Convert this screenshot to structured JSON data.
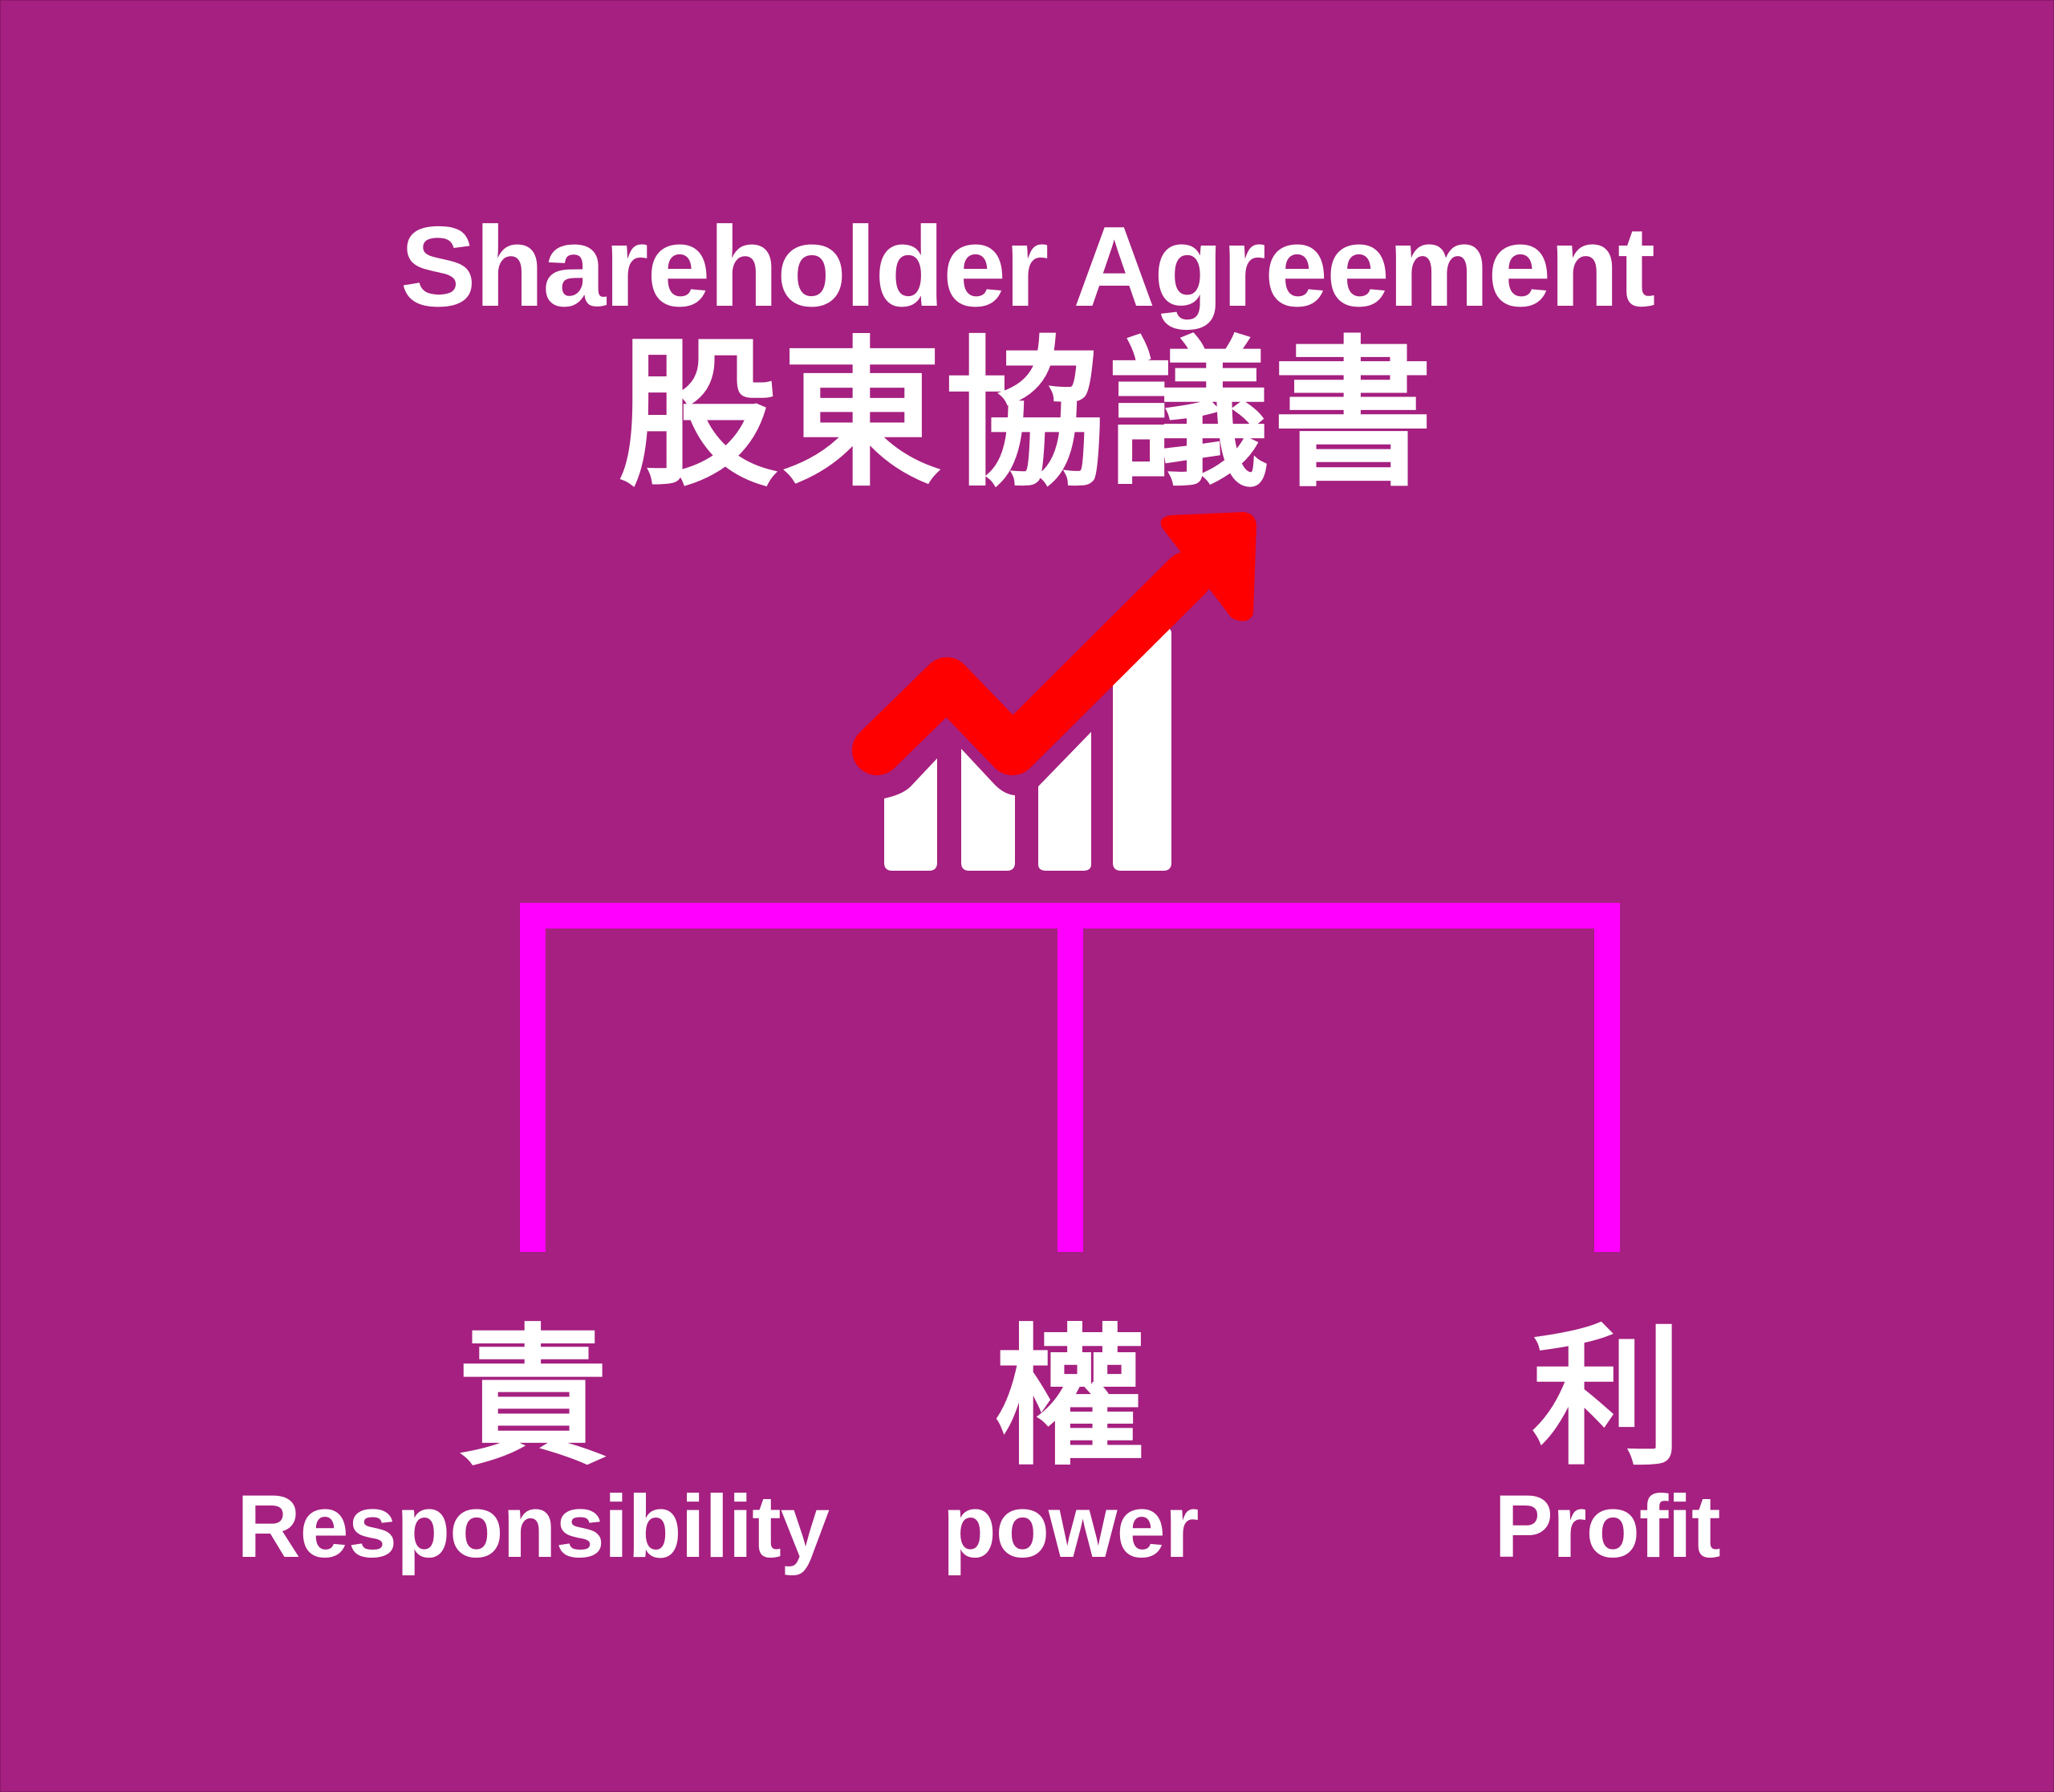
{
  "title_en": "Shareholder Agreement",
  "title_zh": "股東協議書",
  "icon": "growth-chart-icon",
  "colors": {
    "background": "#A52080",
    "bracket": "#FF00FF",
    "arrow": "#FF0000",
    "bars": "#FFFFFF"
  },
  "branches": [
    {
      "zh": "責",
      "en": "Responsibility"
    },
    {
      "zh": "權",
      "en": "power"
    },
    {
      "zh": "利",
      "en": "Profit"
    }
  ]
}
